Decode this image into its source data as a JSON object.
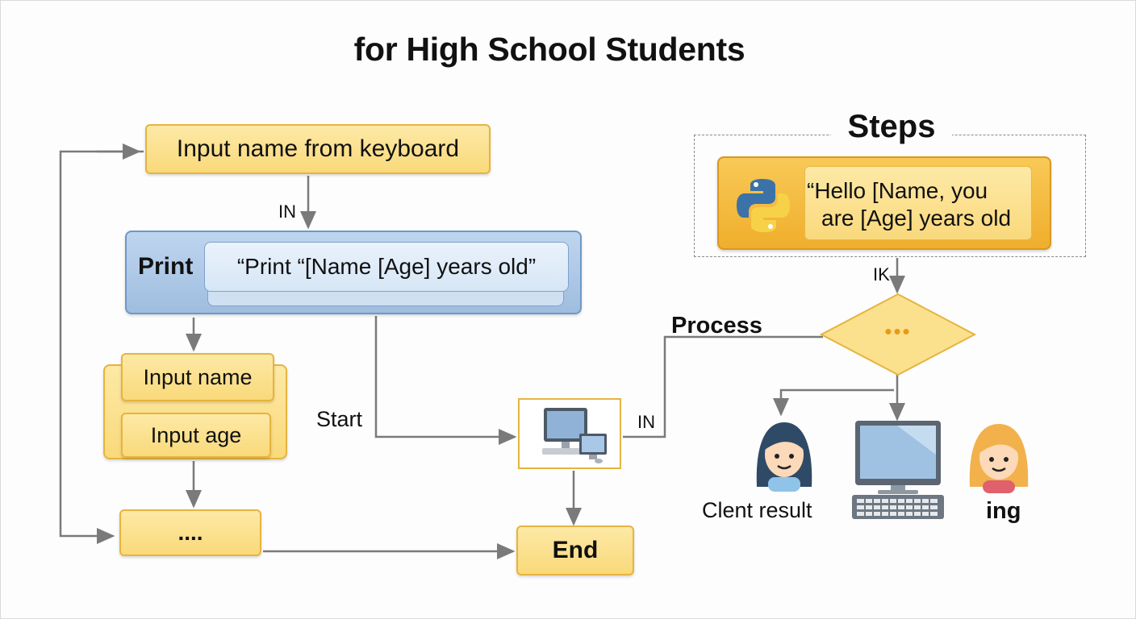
{
  "title": "for High School Students",
  "flow": {
    "input_name_keyboard": "Input name from keyboard",
    "in_label_1": "IN",
    "print_label": "Print",
    "print_statement": "“Print “[Name [Age] years old”",
    "input_name": "Input name",
    "input_age": "Input age",
    "dots_box": "....",
    "start_label": "Start",
    "in_label_2": "IN",
    "end_label": "End"
  },
  "steps": {
    "heading": "Steps",
    "message_line1": "“Hello [Name, you",
    "message_line2": "are [Age] years old",
    "ik_label": "IK",
    "process_label": "Process",
    "decision_label": "•••",
    "client_result_label": "Clent result",
    "ing_label": "ing"
  },
  "colors": {
    "yellow_fill": "#f9d97a",
    "yellow_border": "#e6b43f",
    "blue_fill": "#a9c6e6",
    "blue_border": "#6f98c6",
    "orange_fill": "#f5bb3f",
    "connector": "#7a7a7a"
  },
  "icons": [
    "python-logo-icon",
    "computer-icon",
    "girl-avatar-icon",
    "monitor-keyboard-icon",
    "blonde-girl-avatar-icon"
  ]
}
